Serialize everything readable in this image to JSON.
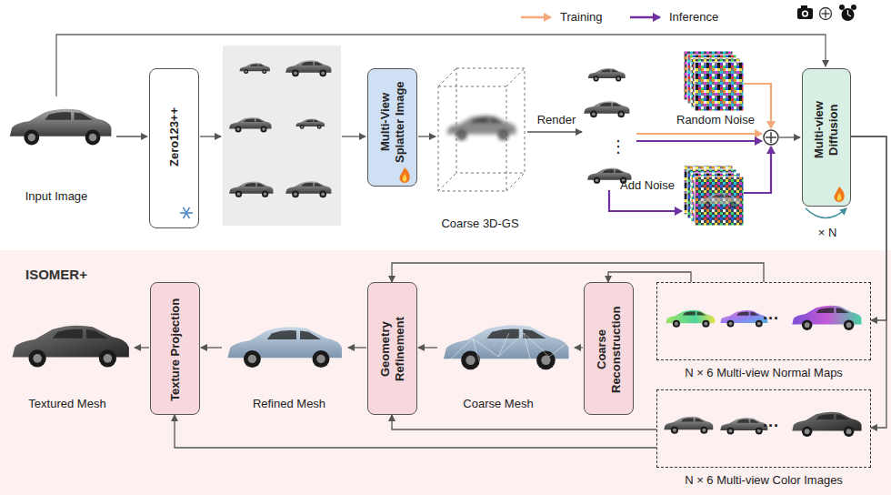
{
  "diagram": {
    "nodes": [
      {
        "text": [
          "Zero123++"
        ]
      },
      {
        "text": [
          "Multi-View Splatter Image"
        ]
      },
      {
        "text": [
          "Multi-view Diffusion"
        ]
      },
      {
        "text": [
          "ISOMER+"
        ]
      },
      {
        "text": [
          "Texture Projection"
        ],
        "in": 3
      },
      {
        "text": [
          "Geometry Refinement"
        ],
        "in": 3
      },
      {
        "text": [
          "Coarse Reconstruction"
        ],
        "in": 3
      },
      {
        "text": [
          "N × 6 Multi-view Normal Maps"
        ],
        "in": 3
      },
      {
        "text": [
          "N × 6 Multi-view Color Images"
        ],
        "in": 3
      }
    ],
    "edges": [
      {
        "from": 2,
        "to": 7,
        "arrow": "to"
      },
      {
        "from": 2,
        "to": 8,
        "arrow": "to"
      },
      {
        "from": 7,
        "to": 6,
        "arrow": "to"
      },
      {
        "from": 7,
        "to": 5,
        "arrow": "to"
      },
      {
        "from": 8,
        "to": 5,
        "arrow": "to"
      },
      {
        "from": 8,
        "to": 4,
        "arrow": "to"
      }
    ],
    "labels": [
      "Input Image",
      "Coarse 3D-GS",
      "Render",
      "⋮",
      "Random Noise",
      "Add Noise",
      "× N",
      "Textured Mesh",
      "Refined Mesh",
      "Coarse Mesh",
      "···",
      "···"
    ],
    "legend": [
      {
        "text": "Training"
      },
      {
        "text": "Inference"
      }
    ]
  }
}
